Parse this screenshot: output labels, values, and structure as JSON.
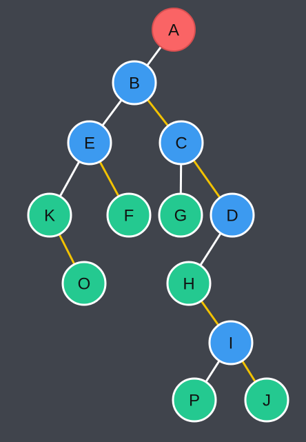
{
  "colors": {
    "background": "#40444c",
    "root": "#fa6465",
    "internal": "#3c9af0",
    "leaf": "#24c990",
    "node_outline": "#ffffff",
    "edge_white": "#ffffff",
    "edge_yellow": "#f2c200",
    "label": "#111111"
  },
  "nodes": [
    {
      "id": "A",
      "label": "A",
      "kind": "root"
    },
    {
      "id": "B",
      "label": "B",
      "kind": "internal"
    },
    {
      "id": "E",
      "label": "E",
      "kind": "internal"
    },
    {
      "id": "C",
      "label": "C",
      "kind": "internal"
    },
    {
      "id": "K",
      "label": "K",
      "kind": "leaf"
    },
    {
      "id": "F",
      "label": "F",
      "kind": "leaf"
    },
    {
      "id": "G",
      "label": "G",
      "kind": "leaf"
    },
    {
      "id": "D",
      "label": "D",
      "kind": "internal"
    },
    {
      "id": "O",
      "label": "O",
      "kind": "leaf"
    },
    {
      "id": "H",
      "label": "H",
      "kind": "leaf"
    },
    {
      "id": "I",
      "label": "I",
      "kind": "internal"
    },
    {
      "id": "P",
      "label": "P",
      "kind": "leaf"
    },
    {
      "id": "J",
      "label": "J",
      "kind": "leaf"
    }
  ],
  "edges": [
    {
      "from": "A",
      "to": "B",
      "style": "white"
    },
    {
      "from": "B",
      "to": "E",
      "style": "white"
    },
    {
      "from": "B",
      "to": "C",
      "style": "yellow"
    },
    {
      "from": "E",
      "to": "K",
      "style": "white"
    },
    {
      "from": "E",
      "to": "F",
      "style": "yellow"
    },
    {
      "from": "C",
      "to": "G",
      "style": "white"
    },
    {
      "from": "C",
      "to": "D",
      "style": "yellow"
    },
    {
      "from": "K",
      "to": "O",
      "style": "yellow"
    },
    {
      "from": "D",
      "to": "H",
      "style": "white"
    },
    {
      "from": "H",
      "to": "I",
      "style": "yellow"
    },
    {
      "from": "I",
      "to": "P",
      "style": "white"
    },
    {
      "from": "I",
      "to": "J",
      "style": "yellow"
    }
  ]
}
